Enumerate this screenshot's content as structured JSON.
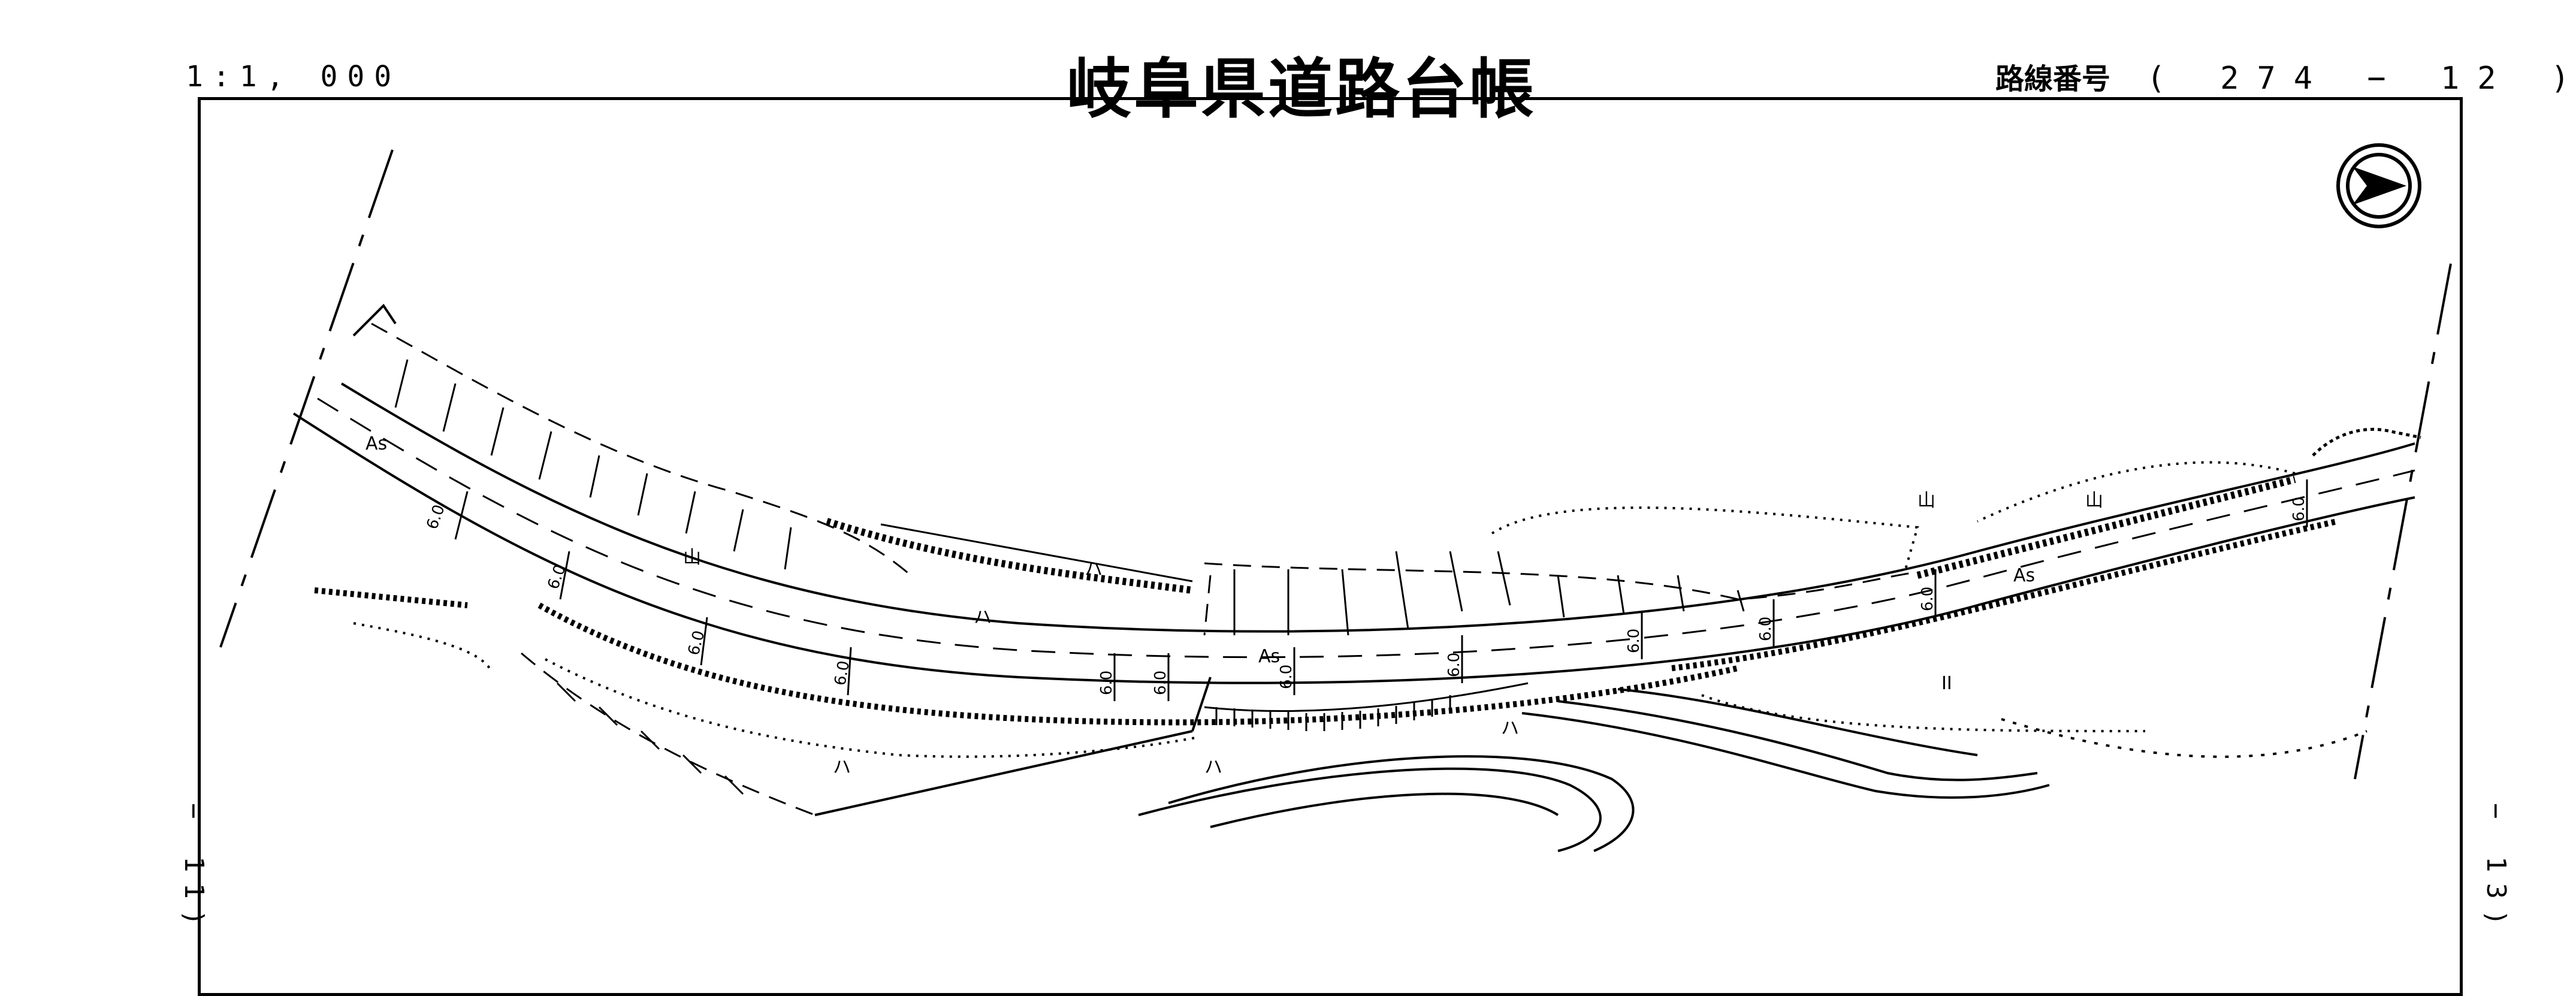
{
  "header": {
    "scale": "1:1, 000",
    "title": "岐阜県道路台帳",
    "route_label": "路線番号",
    "route_number": "( 274 − 12 )"
  },
  "sheet_refs": {
    "left": "− 11)",
    "right": "− 13)"
  },
  "map_labels": {
    "pavement_left": "As",
    "pavement_center": "As",
    "pavement_right": "As",
    "width_marks": [
      "6.0",
      "6.0",
      "6.0",
      "6.0",
      "6.0",
      "6.0",
      "6.0",
      "6.0",
      "6.0",
      "6.0",
      "6.0",
      "6.0"
    ],
    "land_symbols": [
      "山",
      "山",
      "ハ",
      "ハ",
      "ハ",
      "ハ",
      "ハ",
      "山",
      "II"
    ]
  },
  "icons": {
    "north_arrow": "north-arrow-icon"
  },
  "colors": {
    "ink": "#000000",
    "paper": "#ffffff"
  }
}
